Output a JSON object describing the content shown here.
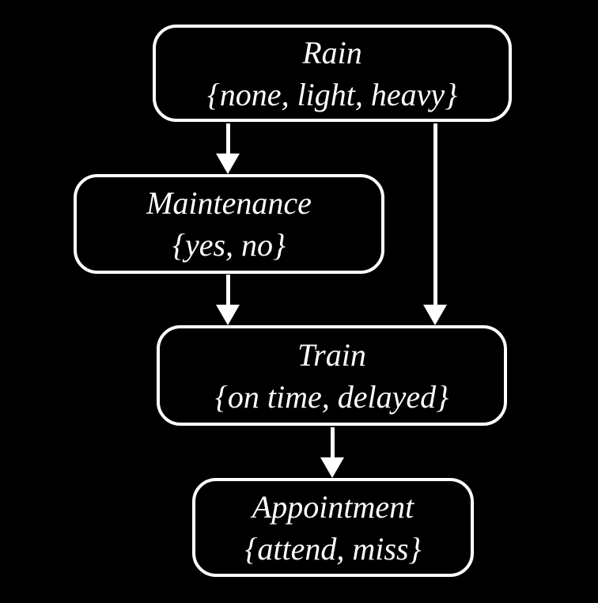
{
  "diagram": {
    "type": "bayesian-network",
    "colors": {
      "background": "#000000",
      "node_border": "#ffffff",
      "node_fill": "#000000",
      "text": "#ffffff",
      "arrow": "#ffffff"
    },
    "nodes": [
      {
        "id": "rain",
        "name": "Rain",
        "values": "{none, light, heavy}"
      },
      {
        "id": "maintenance",
        "name": "Maintenance",
        "values": "{yes, no}"
      },
      {
        "id": "train",
        "name": "Train",
        "values": "{on time, delayed}"
      },
      {
        "id": "appointment",
        "name": "Appointment",
        "values": "{attend, miss}"
      }
    ],
    "edges": [
      {
        "from": "rain",
        "to": "maintenance"
      },
      {
        "from": "rain",
        "to": "train"
      },
      {
        "from": "maintenance",
        "to": "train"
      },
      {
        "from": "train",
        "to": "appointment"
      }
    ]
  }
}
